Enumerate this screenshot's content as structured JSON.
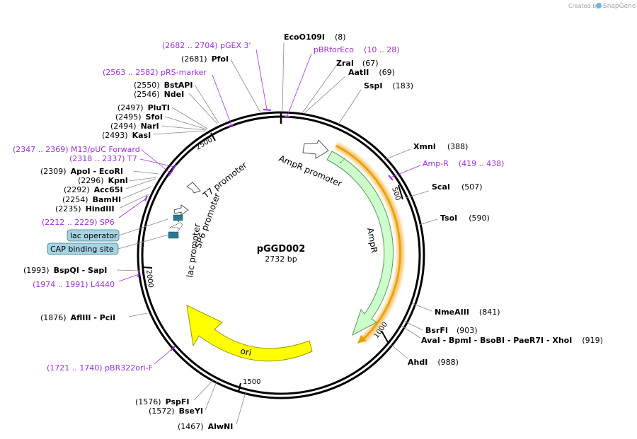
{
  "credit": {
    "text": "Created by",
    "brand": "SnapGene"
  },
  "plasmid": {
    "name": "pGGD002",
    "length": "2732 bp"
  },
  "ticks": [
    "500",
    "1000",
    "1500",
    "2000",
    "2500"
  ],
  "features": {
    "ampr_promoter": "AmpR promoter",
    "ampr": "AmpR",
    "ori": "ori",
    "t7_promoter": "T7 promoter",
    "sp6_promoter": "SP6 promoter",
    "lac_promoter": "lac promoter",
    "lac_operator": "lac operator",
    "cap_site": "CAP binding site"
  },
  "sites": [
    {
      "pos": "(8)",
      "name": "EcoO109I"
    },
    {
      "pos": "(67)",
      "name": "ZraI"
    },
    {
      "pos": "(69)",
      "name": "AatII"
    },
    {
      "pos": "(183)",
      "name": "SspI"
    },
    {
      "pos": "(388)",
      "name": "XmnI"
    },
    {
      "pos": "(507)",
      "name": "ScaI"
    },
    {
      "pos": "(590)",
      "name": "TsoI"
    },
    {
      "pos": "(841)",
      "name": "NmeAIII"
    },
    {
      "pos": "(903)",
      "name": "BsrFI"
    },
    {
      "pos": "(919)",
      "name": "AvaI - BpmI - BsoBI - PaeR7I - XhoI"
    },
    {
      "pos": "(988)",
      "name": "AhdI"
    },
    {
      "pos": "(1467)",
      "name": "AlwNI"
    },
    {
      "pos": "(1572)",
      "name": "BseYI"
    },
    {
      "pos": "(1576)",
      "name": "PspFI"
    },
    {
      "pos": "(1876)",
      "name": "AflIII - PciI"
    },
    {
      "pos": "(1993)",
      "name": "BspQI - SapI"
    },
    {
      "pos": "(2235)",
      "name": "HindIII"
    },
    {
      "pos": "(2254)",
      "name": "BamHI"
    },
    {
      "pos": "(2292)",
      "name": "Acc65I"
    },
    {
      "pos": "(2296)",
      "name": "KpnI"
    },
    {
      "pos": "(2309)",
      "name": "ApoI - EcoRI"
    },
    {
      "pos": "(2493)",
      "name": "KasI"
    },
    {
      "pos": "(2494)",
      "name": "NarI"
    },
    {
      "pos": "(2495)",
      "name": "SfoI"
    },
    {
      "pos": "(2497)",
      "name": "PluTI"
    },
    {
      "pos": "(2546)",
      "name": "NdeI"
    },
    {
      "pos": "(2550)",
      "name": "BstAPI"
    },
    {
      "pos": "(2681)",
      "name": "PfoI"
    }
  ],
  "primers": [
    {
      "text": "pBRforEco",
      "range": "(10 .. 28)"
    },
    {
      "text": "Amp-R",
      "range": "(419 .. 438)"
    },
    {
      "text": "(1721 .. 1740)  pBR322ori-F"
    },
    {
      "text": "(1974 .. 1991)  L4440"
    },
    {
      "text": "(2212 .. 2229)  SP6"
    },
    {
      "text": "(2318 .. 2337)  T7"
    },
    {
      "text": "(2347 .. 2369)  M13/pUC Forward"
    },
    {
      "text": "(2563 .. 2582)  pRS-marker"
    },
    {
      "text": "(2682 .. 2704)  pGEX 3'"
    }
  ],
  "colors": {
    "backbone": "#000000",
    "primer": "#9b30d9",
    "ampr_fill": "#ccffcc",
    "ampr_stroke": "#5a9a5a",
    "ori_fill": "#ffff00",
    "ori_stroke": "#999900",
    "orf_fill": "#e8a000",
    "box_fill": "#a6d4e0",
    "operator_fill": "#2a7a8c"
  }
}
